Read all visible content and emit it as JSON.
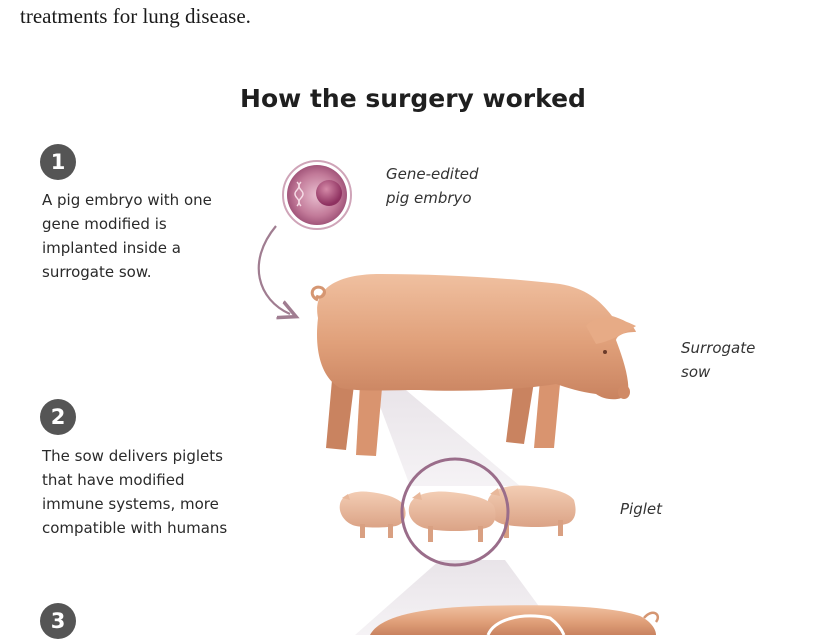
{
  "intro": {
    "text": "treatments for lung disease."
  },
  "graphic": {
    "title": "How the surgery worked",
    "steps": [
      {
        "number": "1",
        "lines": [
          "A pig embryo with one",
          "gene modified  is",
          "implanted inside a",
          "surrogate sow."
        ]
      },
      {
        "number": "2",
        "lines": [
          "The sow delivers piglets",
          "that have modified",
          "immune systems, more",
          "compatible with humans"
        ]
      },
      {
        "number": "3",
        "lines": []
      }
    ],
    "labels": {
      "embryo": [
        "Gene-edited",
        "pig embryo"
      ],
      "sow": [
        "Surrogate",
        "sow"
      ],
      "piglet": [
        "Piglet"
      ]
    },
    "colors": {
      "badge": "#555555",
      "pig_skin": "#e3a581",
      "pig_shadow": "#c9825f",
      "embryo": "#b4577e",
      "magnifier_ring": "#9a6d8a",
      "arrow": "#a07d91",
      "beam": "#e4dde3"
    }
  }
}
